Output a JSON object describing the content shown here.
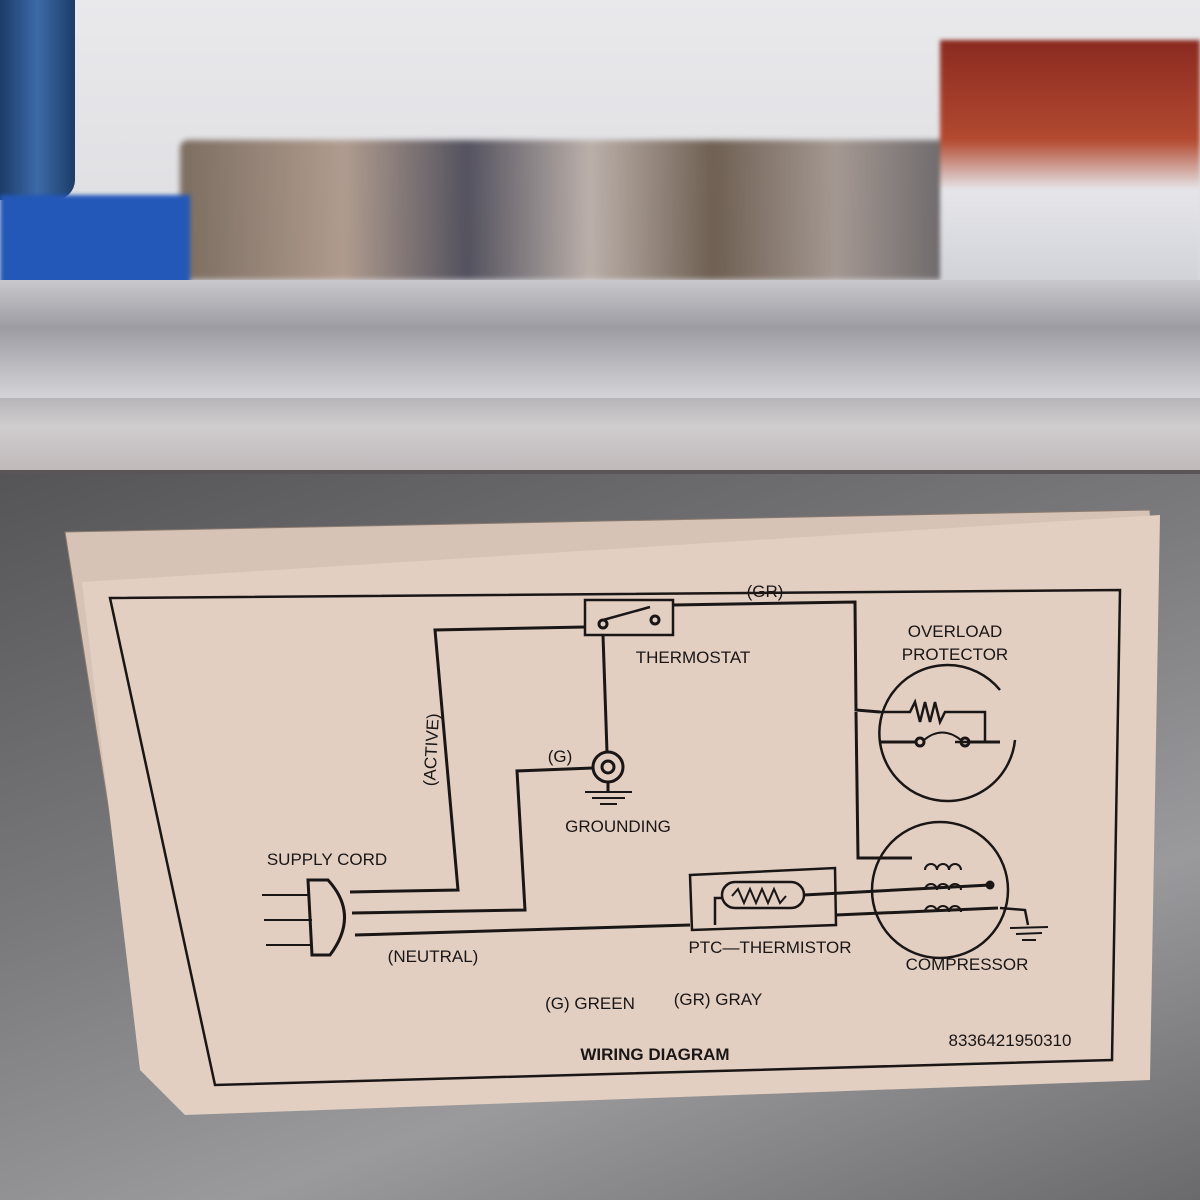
{
  "diagram": {
    "title": "WIRING DIAGRAM",
    "part_number": "8336421950310",
    "labels": {
      "gray_wire": "(GR)",
      "thermostat": "THERMOSTAT",
      "overload_line1": "OVERLOAD",
      "overload_line2": "PROTECTOR",
      "active": "(ACTIVE)",
      "green_wire": "(G)",
      "grounding": "GROUNDING",
      "supply_cord": "SUPPLY CORD",
      "neutral": "(NEUTRAL)",
      "ptc_thermistor": "PTC—THERMISTOR",
      "compressor": "COMPRESSOR"
    },
    "legend": {
      "green": "(G) GREEN",
      "gray": "(GR) GRAY"
    }
  }
}
